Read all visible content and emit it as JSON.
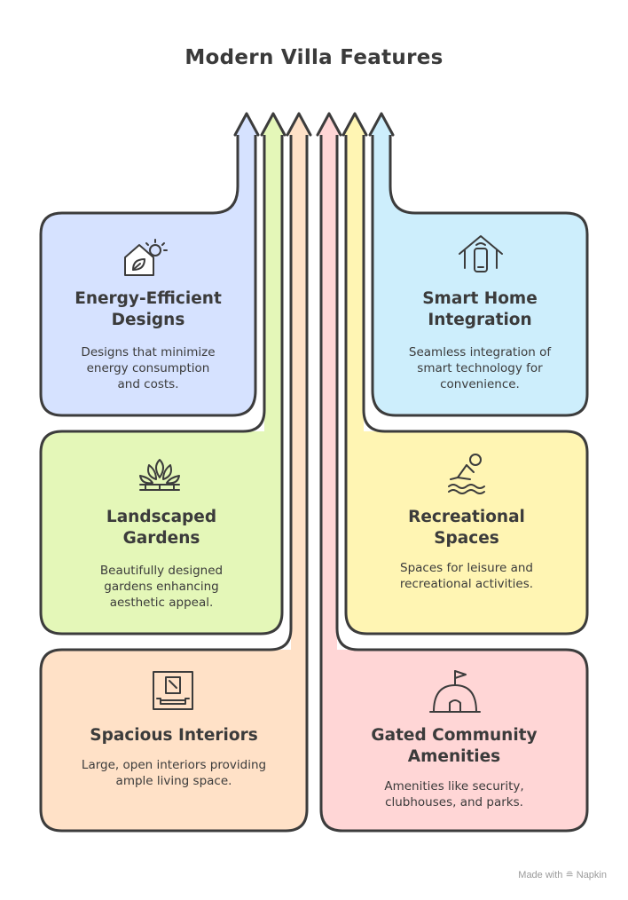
{
  "title": "Modern Villa Features",
  "colors": {
    "outline": "#3c3c3c",
    "blue": "#d6e2ff",
    "cyan": "#cdeefc",
    "green": "#e4f7b8",
    "yellow": "#fff5b3",
    "peach": "#ffe1c7",
    "pink": "#ffd6d6"
  },
  "cards": [
    {
      "heading": "Energy-Efficient\nDesigns",
      "description": "Designs that minimize\nenergy consumption\nand costs.",
      "icon": "eco-house-sun-icon",
      "color": "blue"
    },
    {
      "heading": "Smart Home\nIntegration",
      "description": "Seamless integration of\nsmart technology for\nconvenience.",
      "icon": "smart-home-phone-icon",
      "color": "cyan"
    },
    {
      "heading": "Landscaped\nGardens",
      "description": "Beautifully designed\ngardens enhancing\naesthetic appeal.",
      "icon": "lotus-garden-icon",
      "color": "green"
    },
    {
      "heading": "Recreational\nSpaces",
      "description": "Spaces for leisure and\nrecreational activities.",
      "icon": "swimmer-icon",
      "color": "yellow"
    },
    {
      "heading": "Spacious Interiors",
      "description": "Large, open interiors providing\nample living space.",
      "icon": "open-interior-icon",
      "color": "peach"
    },
    {
      "heading": "Gated Community\nAmenities",
      "description": "Amenities like security,\nclubhouses, and parks.",
      "icon": "flag-dome-icon",
      "color": "pink"
    }
  ],
  "footer": "Made with ≘ Napkin"
}
